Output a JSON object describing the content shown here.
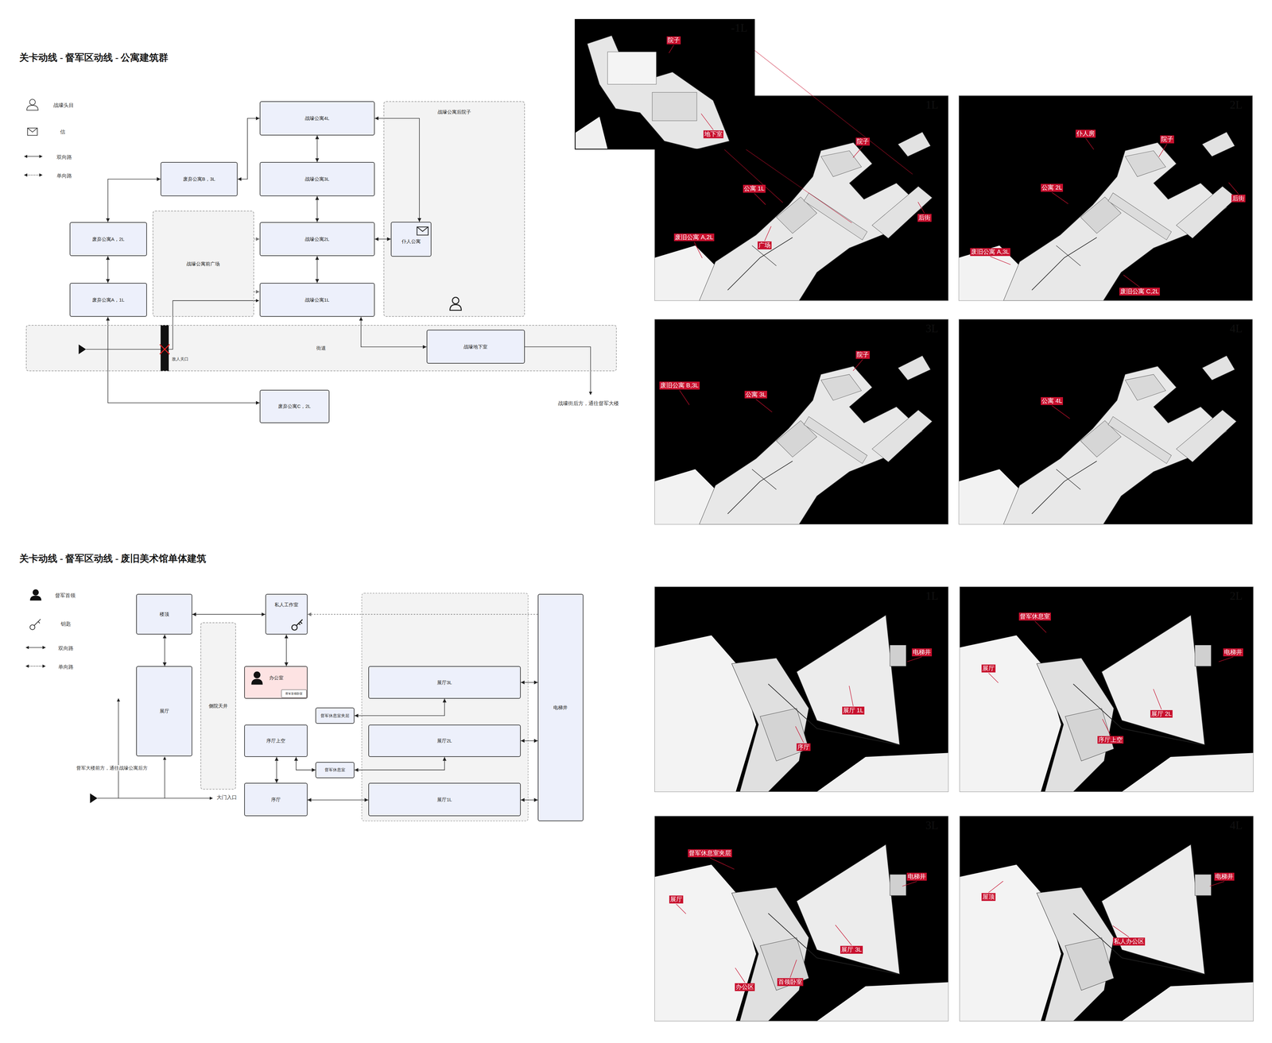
{
  "diagram": {
    "title": "关卡动线 - 督军区动线 - 公寓建筑群",
    "nodes": [
      {
        "text": [
          "战嚎公寓后院子"
        ]
      },
      {
        "text": [
          "仆人公寓"
        ],
        "in": 0
      },
      {
        "text": [
          "战嚎公寓4L"
        ]
      },
      {
        "text": [
          "废弃公寓B，3L"
        ]
      },
      {
        "text": [
          "战嚎公寓3L"
        ]
      },
      {
        "text": [
          "废弃公寓A，2L"
        ]
      },
      {
        "text": [
          "战嚎公寓前广场"
        ]
      },
      {
        "text": [
          "战嚎公寓2L"
        ]
      },
      {
        "text": [
          "废弃公寓A，1L"
        ]
      },
      {
        "text": [
          "战嚎公寓1L"
        ]
      },
      {
        "text": [
          "街道"
        ]
      },
      {
        "text": [
          "战嚎地下室"
        ],
        "in": 10
      },
      {
        "text": [
          "废弃公寓C，2L"
        ]
      },
      {
        "text": [
          "楼顶"
        ]
      },
      {
        "text": [
          "私人工作室"
        ]
      },
      {
        "text": [
          "电梯井"
        ]
      },
      {
        "text": [
          "展厅"
        ]
      },
      {
        "text": [
          "侧院天井"
        ]
      },
      {
        "text": [
          "办公室"
        ]
      },
      {
        "text": [
          "督军首领卧室"
        ],
        "in": 18
      },
      {
        "text": [
          "展厅3L"
        ]
      },
      {
        "text": [
          "督军休息室夹层"
        ]
      },
      {
        "text": [
          "序厅上空"
        ]
      },
      {
        "text": [
          "展厅2L"
        ]
      },
      {
        "text": [
          "督军休息室"
        ]
      },
      {
        "text": [
          "序厅"
        ]
      },
      {
        "text": [
          "展厅1L"
        ]
      }
    ],
    "edges": [
      {
        "from": 5,
        "to": 8,
        "arrow": "both"
      },
      {
        "from": 8,
        "to": 12,
        "arrow": "both"
      },
      {
        "from": 5,
        "to": 3,
        "arrow": "both"
      },
      {
        "from": 3,
        "to": 2,
        "arrow": "both"
      },
      {
        "from": 2,
        "to": 4,
        "arrow": "both"
      },
      {
        "from": 4,
        "to": 7,
        "arrow": "both"
      },
      {
        "from": 7,
        "to": 9,
        "arrow": "both"
      },
      {
        "from": 9,
        "to": 11,
        "arrow": "both"
      },
      {
        "from": 7,
        "to": 1,
        "arrow": "both"
      },
      {
        "from": 2,
        "to": 1,
        "arrow": "both"
      },
      {
        "from": 6,
        "to": 7,
        "arrow": "to"
      },
      {
        "from": 6,
        "to": 9,
        "arrow": "to"
      },
      {
        "from": 13,
        "to": 14,
        "arrow": "both"
      },
      {
        "from": 13,
        "to": 16,
        "arrow": "both"
      },
      {
        "from": 14,
        "to": 18,
        "arrow": "both"
      },
      {
        "from": 15,
        "to": 14,
        "arrow": "to"
      },
      {
        "from": 22,
        "to": 25,
        "arrow": "both"
      },
      {
        "from": 25,
        "to": 26,
        "arrow": "both"
      },
      {
        "from": 22,
        "to": 24,
        "arrow": "both"
      },
      {
        "from": 24,
        "to": 23,
        "arrow": "both"
      },
      {
        "from": 21,
        "to": 20,
        "arrow": "both"
      },
      {
        "from": 20,
        "to": 15,
        "arrow": "both"
      },
      {
        "from": 23,
        "to": 15,
        "arrow": "both"
      },
      {
        "from": 26,
        "to": 15,
        "arrow": "both"
      }
    ],
    "labels": [
      "敌人关口",
      "战嚎街后方，通往督军大楼",
      "-1L",
      "院子",
      "地下室",
      "1L",
      "院子",
      "公寓 1L",
      "后街",
      "废旧公寓 A,2L",
      "广场",
      "2L",
      "仆人房",
      "院子",
      "公寓 2L",
      "后街",
      "废旧公寓 A,3L",
      "废旧公寓 C,2L",
      "3L",
      "院子",
      "废旧公寓 B,3L",
      "公寓 3L",
      "4L",
      "公寓 4L",
      "关卡动线 - 督军区动线 - 废旧美术馆单体建筑",
      "督军大楼前方，通往战嚎公寓后方",
      "大门入口",
      "1L",
      "电梯井",
      "展厅 1L",
      "序厅",
      "2L",
      "督军休息室",
      "电梯井",
      "展厅",
      "展厅 2L",
      "序厅上空",
      "3L",
      "督军休息室夹层",
      "电梯井",
      "展厅",
      "展厅 3L",
      "办公区",
      "首领卧室",
      "4L",
      "屋顶",
      "电梯井",
      "私人办公区"
    ],
    "legend": [
      {
        "text": "战嚎头目"
      },
      {
        "text": "信"
      },
      {
        "text": "双向路"
      },
      {
        "text": "单向路"
      },
      {
        "text": "督军首领"
      },
      {
        "text": "钥匙"
      },
      {
        "text": "双向路"
      },
      {
        "text": "单向路"
      }
    ]
  }
}
